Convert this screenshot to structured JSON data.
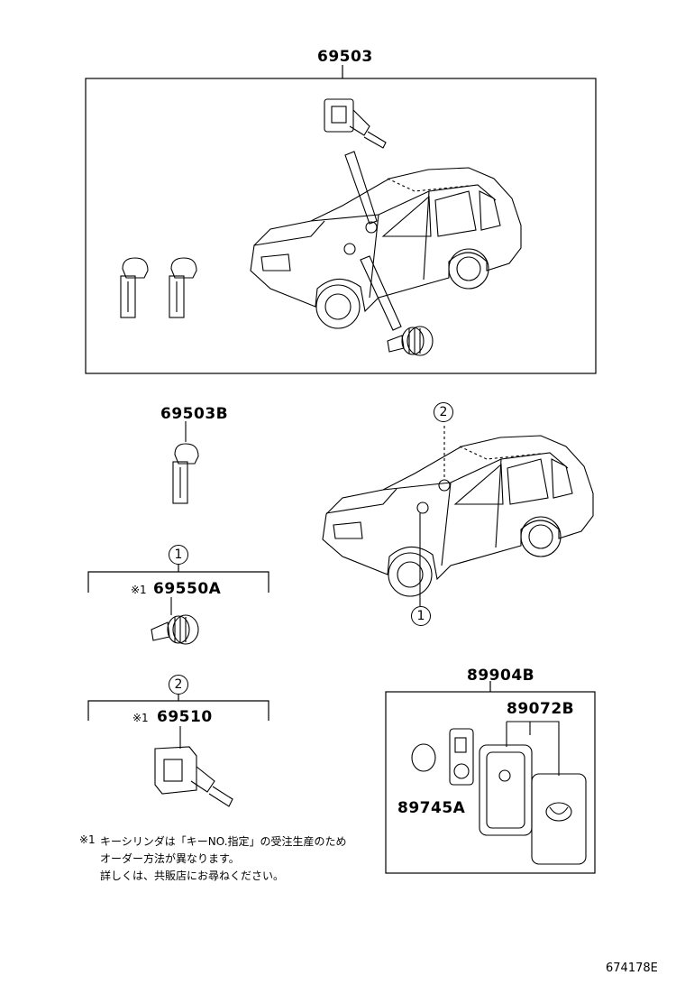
{
  "parts": {
    "main_set": "69503",
    "key_single": "69503B",
    "door_cylinder": "69550A",
    "ignition_cylinder": "69510",
    "smart_key_set": "89904B",
    "smart_key_case": "89072B",
    "battery": "89745A"
  },
  "callouts": {
    "one": "1",
    "two": "2"
  },
  "markers": {
    "note_mark_door": "※1",
    "note_mark_ignition": "※1"
  },
  "note": {
    "mark": "※1",
    "line1": "キーシリンダは「キーNO.指定」の受注生産のため",
    "line2": "オーダー方法が異なります。",
    "line3": "詳しくは、共販店にお尋ねください。"
  },
  "diagram_code": "674178E"
}
